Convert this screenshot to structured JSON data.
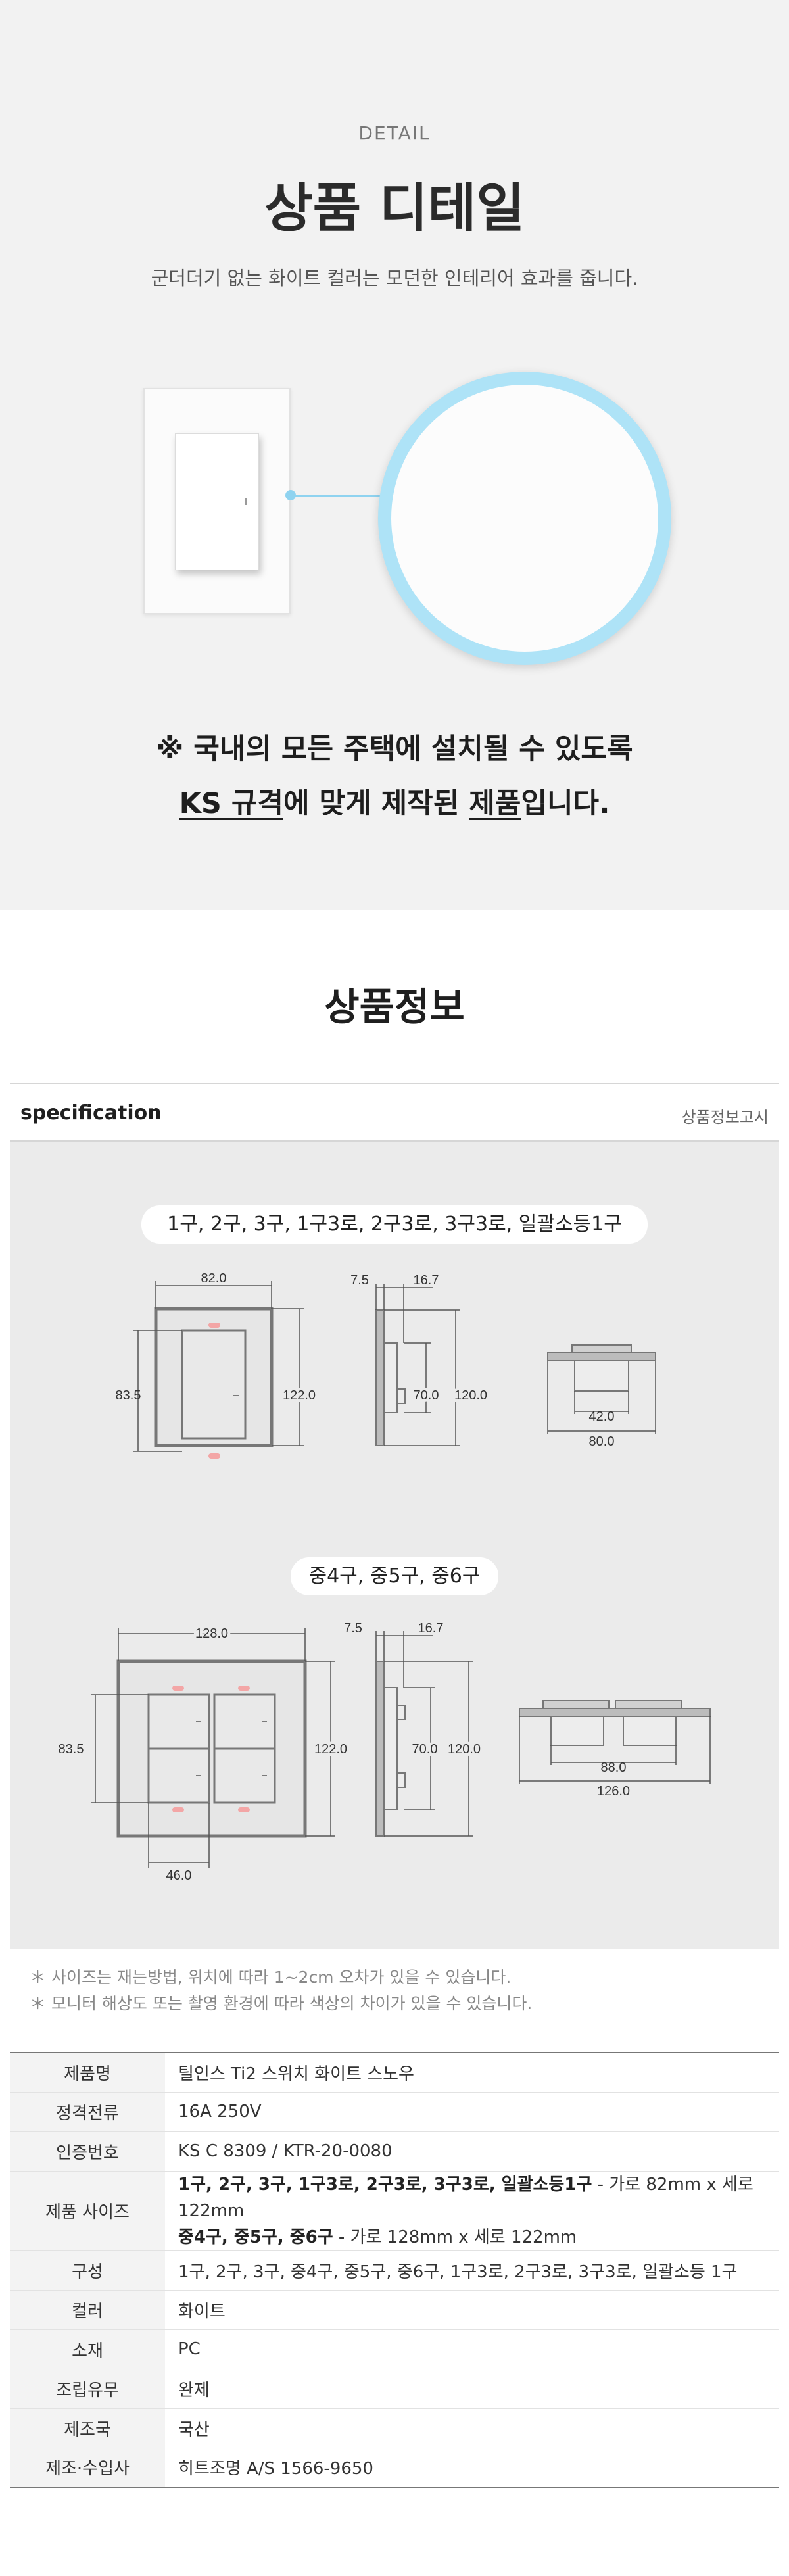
{
  "detail": {
    "eyebrow": "DETAIL",
    "title": "상품 디테일",
    "subtitle": "군더더기 없는 화이트 컬러는 모던한 인테리어 효과를 줍니다.",
    "notice_line1": "※ 국내의 모든 주택에 설치될 수 있도록",
    "notice_line2_u1": "KS 규격",
    "notice_line2_t1": "에 맞게 제작된 ",
    "notice_line2_u2": "제품",
    "notice_line2_t2": "입니다.",
    "accent_color": "#8fd3f0"
  },
  "product_info": {
    "title": "상품정보",
    "spec_label": "specification",
    "notice_link": "상품정보고시"
  },
  "diagrams": {
    "group1_label": "1구, 2구, 3구, 1구3로, 2구3로, 3구3로, 일괄소등1구",
    "group2_label": "중4구, 중5구, 중6구",
    "g1_front_width": "82.0",
    "g1_front_plate_h": "122.0",
    "g1_front_button_h": "83.5",
    "g1_side_t1": "7.5",
    "g1_side_t2": "16.7",
    "g1_side_h1": "70.0",
    "g1_side_h2": "120.0",
    "g1_top_w1": "42.0",
    "g1_top_w2": "80.0",
    "g2_front_width": "128.0",
    "g2_front_plate_h": "122.0",
    "g2_front_button_h": "83.5",
    "g2_front_button_w": "46.0",
    "g2_side_t1": "7.5",
    "g2_side_t2": "16.7",
    "g2_side_h1": "70.0",
    "g2_side_h2": "120.0",
    "g2_top_w1": "88.0",
    "g2_top_w2": "126.0"
  },
  "footnotes": [
    "＊ 사이즈는 재는방법, 위치에 따라 1~2cm 오차가 있을 수 있습니다.",
    "＊ 모니터 해상도 또는 촬영 환경에 따라 색상의 차이가 있을 수 있습니다."
  ],
  "spec_table": {
    "name_key": "제품명",
    "name_val": "틸인스 Ti2 스위치 화이트 스노우",
    "rating_key": "정격전류",
    "rating_val": "16A 250V",
    "cert_key": "인증번호",
    "cert_val": "KS C 8309 / KTR-20-0080",
    "size_key": "제품 사이즈",
    "size_line1_bold": "1구, 2구, 3구, 1구3로, 2구3로, 3구3로, 일괄소등1구",
    "size_line1_rest": " - 가로 82mm x 세로 122mm",
    "size_line2_bold": "중4구, 중5구, 중6구",
    "size_line2_rest": " - 가로 128mm x 세로 122mm",
    "config_key": "구성",
    "config_val": "1구, 2구, 3구, 중4구, 중5구, 중6구, 1구3로, 2구3로, 3구3로, 일괄소등 1구",
    "color_key": "컬러",
    "color_val": "화이트",
    "material_key": "소재",
    "material_val": "PC",
    "assembly_key": "조립유무",
    "assembly_val": "완제",
    "origin_key": "제조국",
    "origin_val": "국산",
    "maker_key": "제조·수입사",
    "maker_val": "히트조명 A/S 1566-9650"
  }
}
